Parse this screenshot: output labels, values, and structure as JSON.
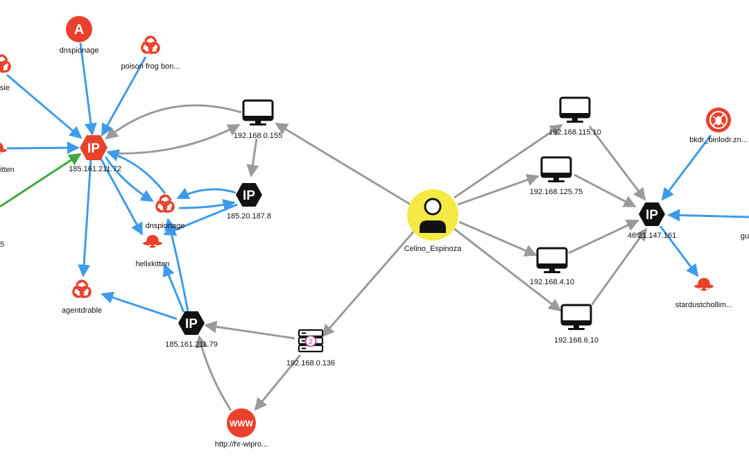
{
  "colors": {
    "edge_gray": "#9a9a9a",
    "edge_blue": "#3d9be9",
    "edge_green": "#3caa3c",
    "threat_red": "#e8412c",
    "ip_black": "#111111",
    "person_yellow": "#f5ea45"
  },
  "nodes": {
    "dnspionage_top": {
      "label": "dnspionage",
      "icon": "actor-a-icon"
    },
    "poison_frog": {
      "label": "poison frog bon...",
      "icon": "biohazard-icon"
    },
    "sie_partial": {
      "label": "sie",
      "icon": "biohazard-icon"
    },
    "itten_partial": {
      "label": "itten",
      "icon": "hacker-icon"
    },
    "five_partial": {
      "label": "5"
    },
    "ip_185_161_211_72": {
      "label": "185.161.211.72",
      "icon": "ip-icon",
      "text": "IP"
    },
    "host_192_168_0_155": {
      "label": "192.168.0.155",
      "icon": "monitor-icon"
    },
    "ip_185_20_187_8": {
      "label": "185.20.187.8",
      "icon": "ip-icon",
      "text": "IP"
    },
    "dnspionage_mid": {
      "label": "dnspionage",
      "icon": "biohazard-icon"
    },
    "helixkitten": {
      "label": "helixkitten",
      "icon": "hacker-icon"
    },
    "agentdrable": {
      "label": "agentdrable",
      "icon": "biohazard-icon"
    },
    "ip_185_161_211_79": {
      "label": "185.161.211.79",
      "icon": "ip-icon",
      "text": "IP"
    },
    "server_192_168_0_136": {
      "label": "192.168.0.136",
      "icon": "server-icon"
    },
    "www": {
      "label": "http://hr-wipro...",
      "icon": "www-icon",
      "text": "WWW"
    },
    "celino": {
      "label": "Celino_Espinoza",
      "icon": "person-icon"
    },
    "host_192_168_115_10": {
      "label": "192.168.115.10",
      "icon": "monitor-icon"
    },
    "host_192_168_125_75": {
      "label": "192.168.125.75",
      "icon": "monitor-icon"
    },
    "host_192_168_4_10": {
      "label": "192.168.4.10",
      "icon": "monitor-icon"
    },
    "host_192_168_6_10": {
      "label": "192.168.6.10",
      "icon": "monitor-icon"
    },
    "ip_46_21_147_161": {
      "label": "46.21.147.161",
      "icon": "ip-icon",
      "text": "IP"
    },
    "bkdr": {
      "label": "bkdr_binlodr.zn...",
      "icon": "no-bug-icon"
    },
    "stardust": {
      "label": "stardustchollim...",
      "icon": "hacker-icon"
    },
    "gu_partial": {
      "label": "gu"
    },
    "atext": "A"
  }
}
